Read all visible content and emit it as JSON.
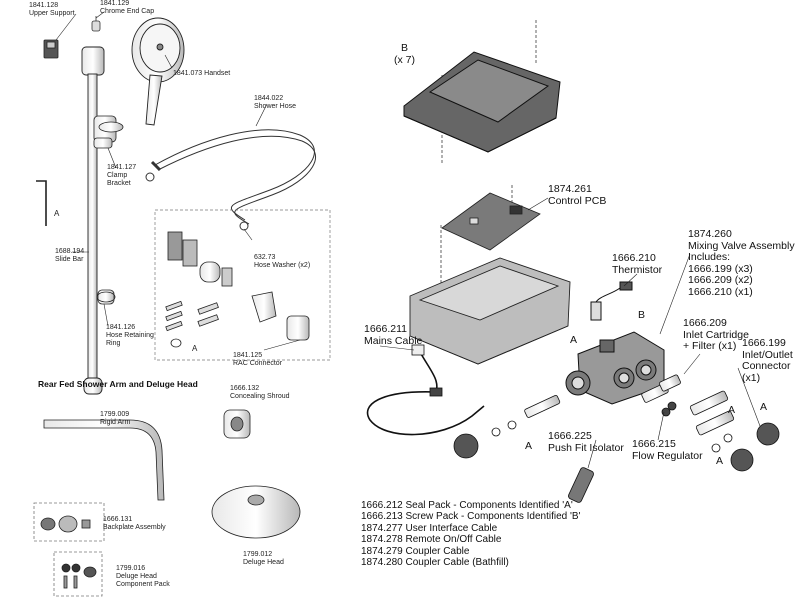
{
  "left_parts": {
    "upper_support": {
      "code": "1841.128",
      "name": "Upper Support"
    },
    "chrome_end_cap": {
      "code": "1841.129",
      "name": "Chrome End Cap"
    },
    "handset": {
      "code": "1841.073",
      "name": "Handset"
    },
    "shower_hose": {
      "code": "1844.022",
      "name": "Shower Hose"
    },
    "clamp_bracket": {
      "code": "1841.127",
      "name": "Clamp\nBracket"
    },
    "hose_washer": {
      "code": "632.73",
      "name": "Hose Washer (x2)"
    },
    "slide_bar": {
      "code": "1688.194",
      "name": "Slide Bar"
    },
    "hose_retaining_ring": {
      "code": "1841.126",
      "name": "Hose Retaining\nRing"
    },
    "rac_connector": {
      "code": "1841.125",
      "name": "RAC Connector"
    },
    "letter_a_1": "A",
    "letter_a_2": "A"
  },
  "rear_fed": {
    "title": "Rear Fed Shower Arm and Deluge Head",
    "rigid_arm": {
      "code": "1799.009",
      "name": "Rigid Arm"
    },
    "concealing_shroud": {
      "code": "1666.132",
      "name": "Concealing Shroud"
    },
    "backplate": {
      "code": "1666.131",
      "name": "Backplate Assembly"
    },
    "deluge_head": {
      "code": "1799.012",
      "name": "Deluge Head"
    },
    "deluge_pack": {
      "code": "1799.016",
      "name": "Deluge Head\nComponent Pack"
    }
  },
  "right_parts": {
    "screw_b": {
      "code": "B",
      "name": "(x 7)"
    },
    "control_pcb": {
      "code": "1874.261",
      "name": "Control PCB"
    },
    "mixing_valve": {
      "code": "1874.260",
      "name": "Mixing Valve Assembly\nIncludes:\n1666.199 (x3)\n1666.209 (x2)\n1666.210 (x1)"
    },
    "thermistor": {
      "code": "1666.210",
      "name": "Thermistor"
    },
    "mains_cable": {
      "code": "1666.211",
      "name": "Mains Cable"
    },
    "inlet_cartridge": {
      "code": "1666.209",
      "name": "Inlet Cartridge\n+ Filter (x1)"
    },
    "inlet_outlet_connector": {
      "code": "1666.199",
      "name": "Inlet/Outlet\nConnector\n(x1)"
    },
    "push_fit_isolator": {
      "code": "1666.225",
      "name": "Push Fit Isolator"
    },
    "flow_regulator": {
      "code": "1666.215",
      "name": "Flow Regulator"
    },
    "letters": {
      "b1": "B",
      "a_therm": "A",
      "a_left": "A",
      "a_r1": "A",
      "a_r2": "A",
      "a_r3": "A"
    }
  },
  "notes": [
    "1666.212 Seal Pack - Components Identified 'A'",
    "1666.213 Screw Pack - Components Identified 'B'",
    "1874.277 User Interface Cable",
    "1874.278 Remote On/Off Cable",
    "1874.279 Coupler Cable",
    "1874.280 Coupler Cable (Bathfill)"
  ]
}
